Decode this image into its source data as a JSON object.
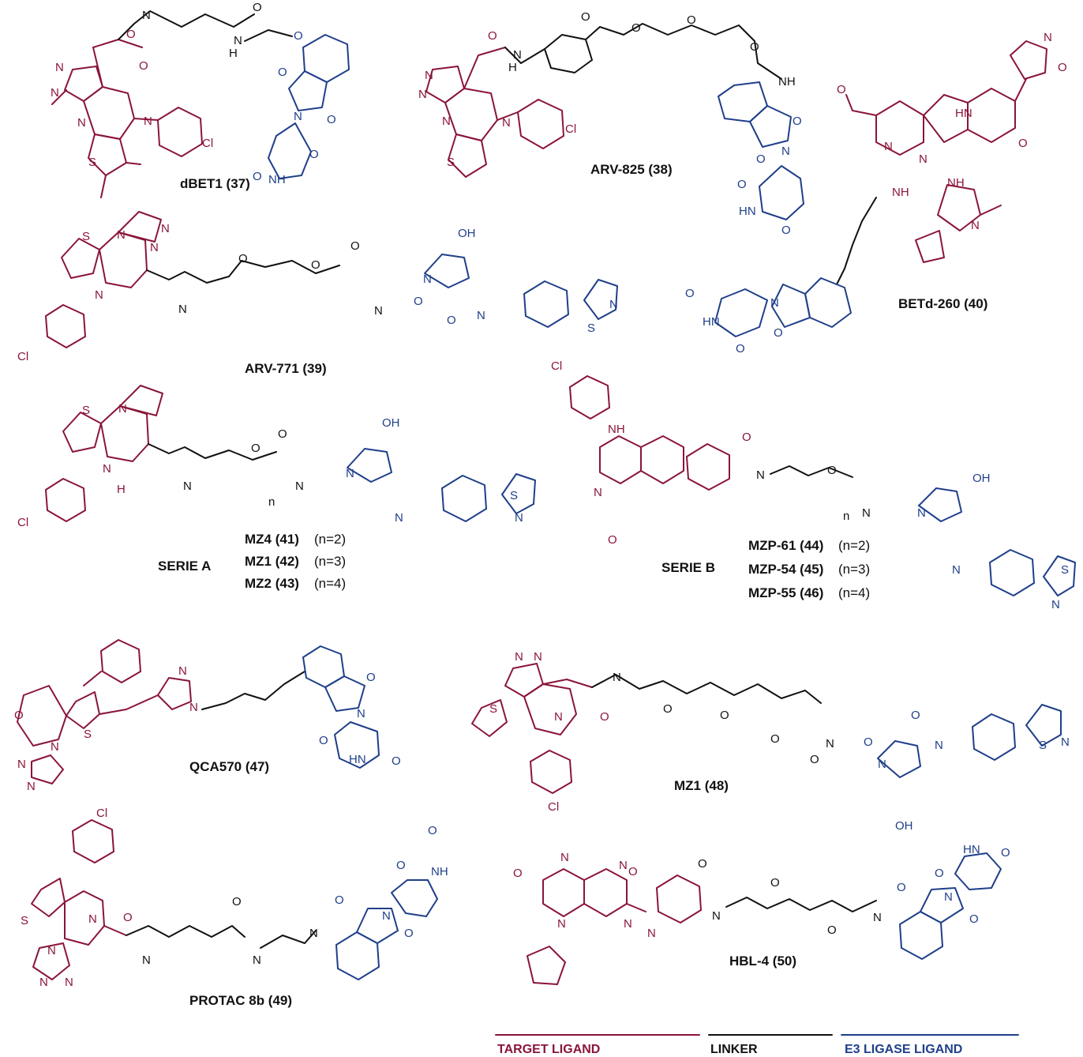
{
  "colors": {
    "target": "#8a1538",
    "linker": "#111111",
    "e3": "#1f3f8a"
  },
  "compounds": {
    "c37": "dBET1 (37)",
    "c38": "ARV-825 (38)",
    "c39": "ARV-771 (39)",
    "c40": "BETd-260 (40)",
    "c47": "QCA570 (47)",
    "c48": "MZ1 (48)",
    "c49": "PROTAC 8b (49)",
    "c50": "HBL-4 (50)"
  },
  "serieA": {
    "title": "SERIE A",
    "rows": [
      {
        "name": "MZ4 (41)",
        "n": "(n=2)"
      },
      {
        "name": "MZ1 (42)",
        "n": "(n=3)"
      },
      {
        "name": "MZ2 (43)",
        "n": "(n=4)"
      }
    ]
  },
  "serieB": {
    "title": "SERIE B",
    "rows": [
      {
        "name": "MZP-61 (44)",
        "n": "(n=2)"
      },
      {
        "name": "MZP-54 (45)",
        "n": "(n=3)"
      },
      {
        "name": "MZP-55 (46)",
        "n": "(n=4)"
      }
    ]
  },
  "legend": {
    "target": "TARGET LIGAND",
    "linker": "LINKER",
    "e3": "E3 LIGASE LIGAND"
  }
}
